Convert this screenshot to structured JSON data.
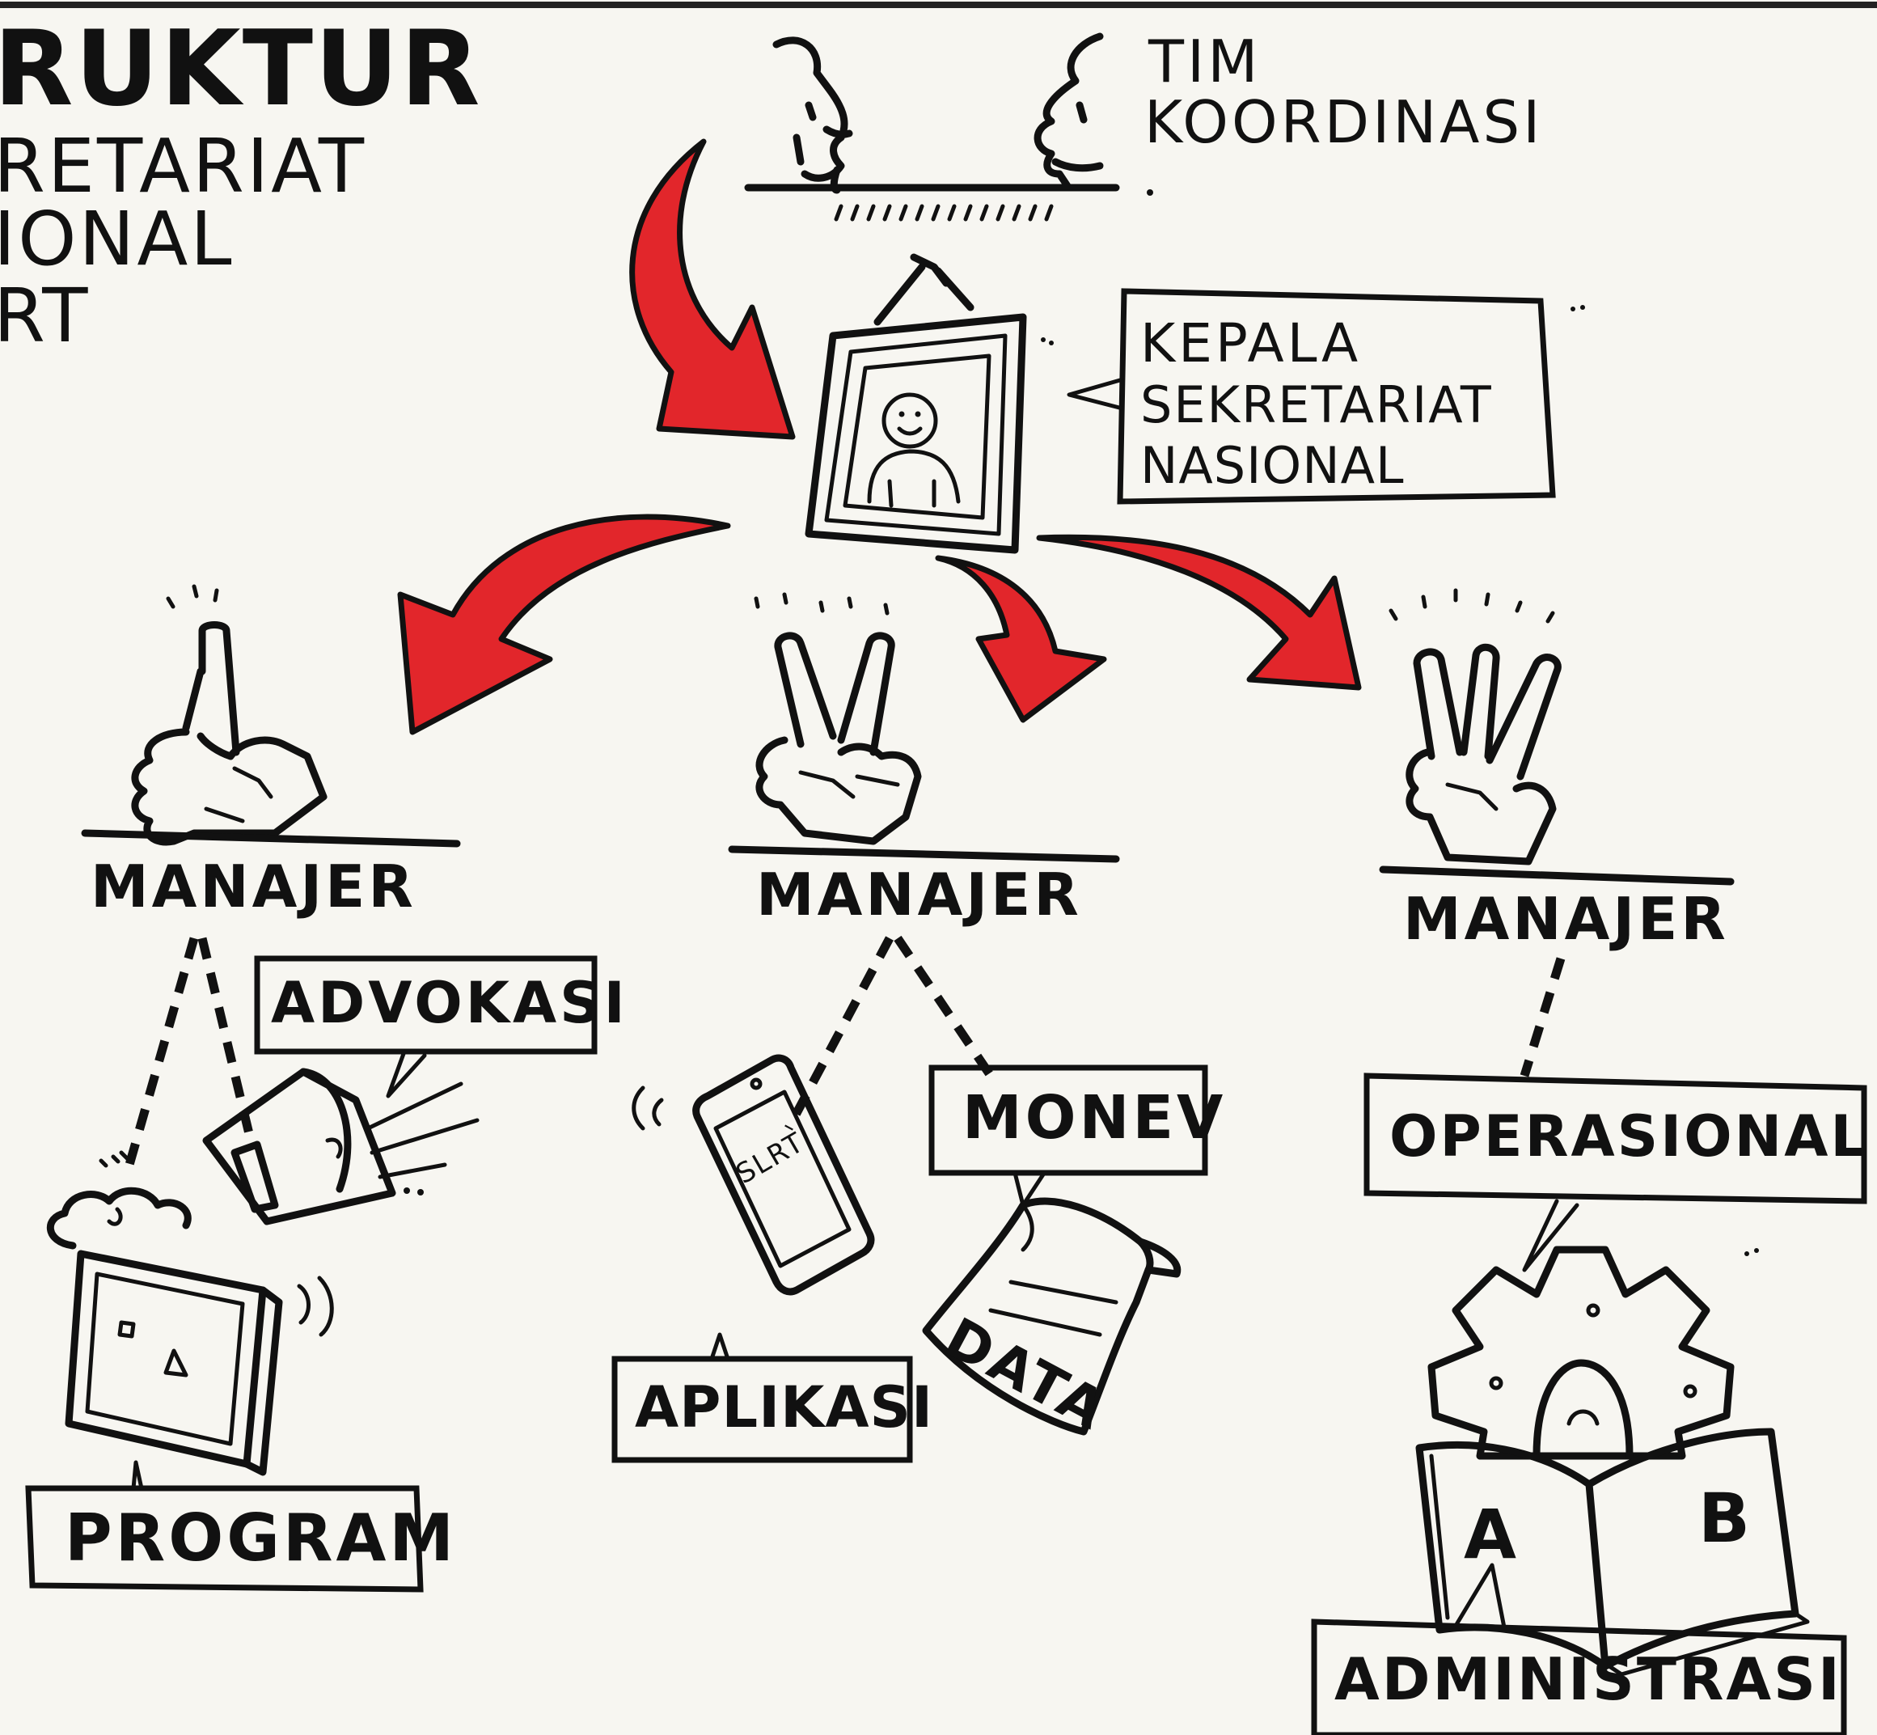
{
  "title": {
    "line1": "RUKTUR",
    "line2": "RETARIAT",
    "line3": "IONAL",
    "line4": "RT"
  },
  "top": {
    "tim_line1": "TIM",
    "tim_line2": "KOORDINASI"
  },
  "head": {
    "line1": "KEPALA",
    "line2": "SEKRETARIAT",
    "line3": "NASIONAL"
  },
  "managers": [
    {
      "label": "MANAJER"
    },
    {
      "label": "MANAJER"
    },
    {
      "label": "MANAJER"
    }
  ],
  "units": {
    "advokasi": "ADVOKASI",
    "program": "PROGRAM",
    "monev": "MONEV",
    "aplikasi": "APLIKASI",
    "data": "DATA",
    "phone_text": "SLRT",
    "operasional": "OPERASIONAL",
    "administrasi": "ADMINISTRASI",
    "book_left": "A",
    "book_right": "B"
  },
  "colors": {
    "arrow": "#e2262b",
    "ink": "#111111",
    "paper": "#f7f6f1"
  }
}
